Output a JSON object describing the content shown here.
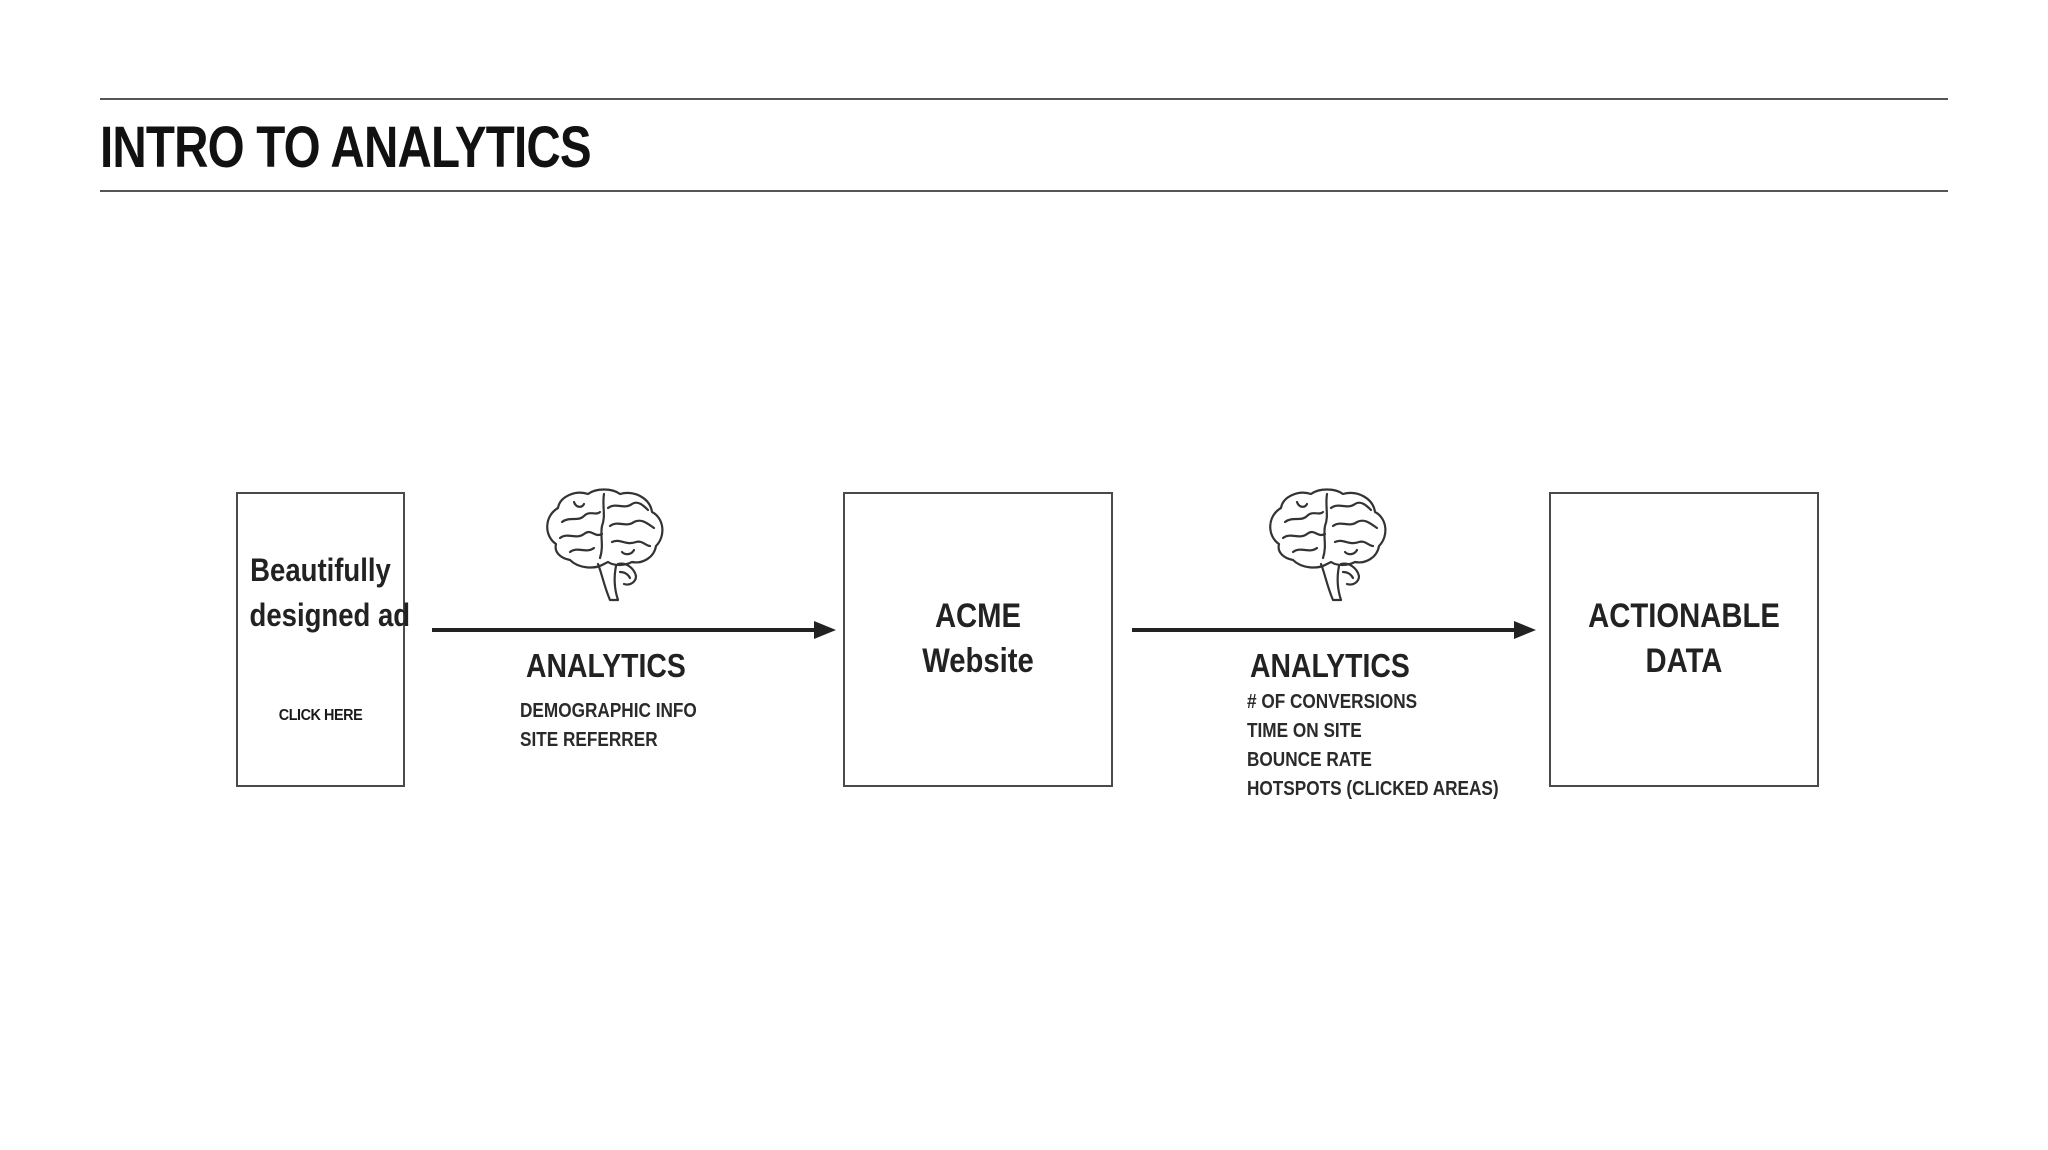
{
  "slide": {
    "title": "INTRO TO ANALYTICS"
  },
  "diagram": {
    "ad_box": {
      "line1": "Beautifully",
      "line2": "designed ad",
      "button": "CLICK HERE"
    },
    "website_box": {
      "line1": "ACME",
      "line2": "Website"
    },
    "data_box": {
      "line1": "ACTIONABLE",
      "line2": "DATA"
    },
    "step1": {
      "heading": "ANALYTICS",
      "items": [
        "DEMOGRAPHIC INFO",
        "SITE REFERRER"
      ]
    },
    "step2": {
      "heading": "ANALYTICS",
      "items": [
        "# OF CONVERSIONS",
        "TIME ON SITE",
        "BOUNCE RATE",
        "HOTSPOTS (CLICKED AREAS)"
      ]
    },
    "icons": {
      "step1_icon": "brain-icon",
      "step2_icon": "brain-icon"
    },
    "colors": {
      "stroke": "#222222",
      "box_border": "#4a4a4a"
    }
  }
}
